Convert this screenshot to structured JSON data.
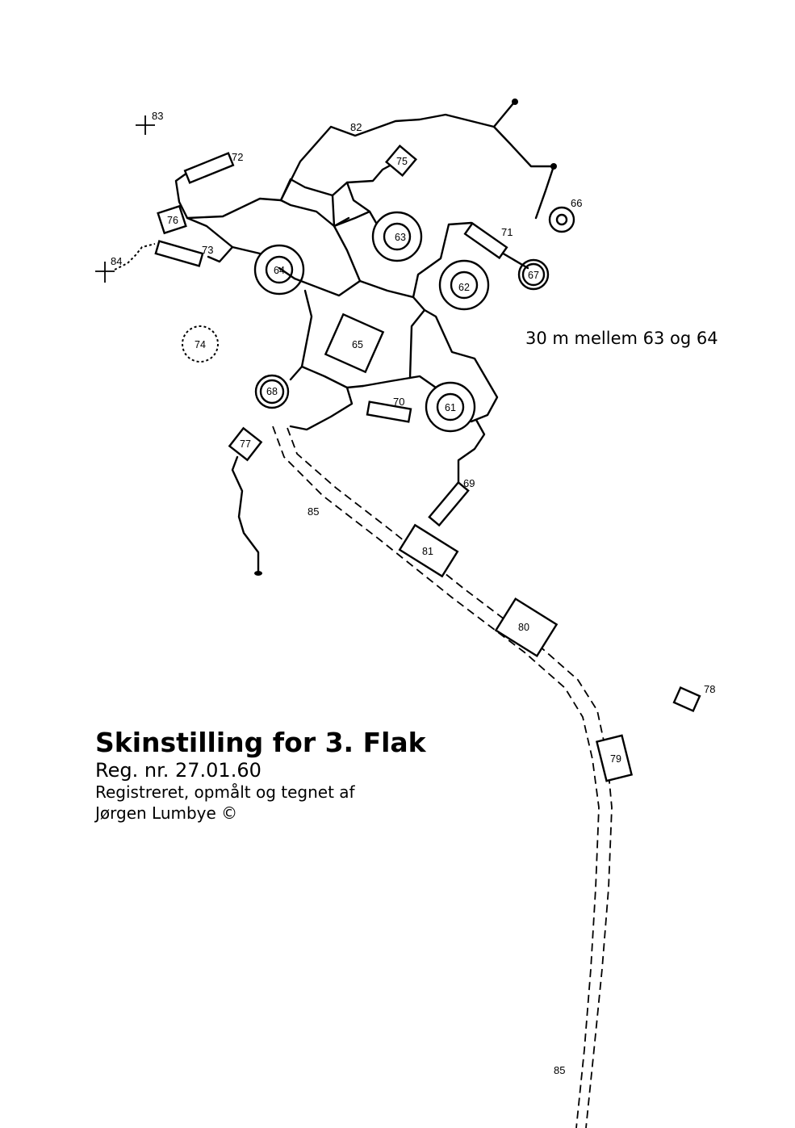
{
  "title": "Skinstilling for 3. Flak",
  "reg": "Reg. nr. 27.01.60",
  "credit_line1": "Registreret, opmålt og tegnet af",
  "credit_line2": "Jørgen Lumbye ©",
  "note": "30 m mellem 63 og 64",
  "features": {
    "f61": "61",
    "f62": "62",
    "f63": "63",
    "f64": "64",
    "f65": "65",
    "f66": "66",
    "f67": "67",
    "f68": "68",
    "f69": "69",
    "f70": "70",
    "f71": "71",
    "f72": "72",
    "f73": "73",
    "f74": "74",
    "f75": "75",
    "f76": "76",
    "f77": "77",
    "f78": "78",
    "f79": "79",
    "f80": "80",
    "f81": "81",
    "f82": "82",
    "f83": "83",
    "f84": "84",
    "f85": "85"
  }
}
